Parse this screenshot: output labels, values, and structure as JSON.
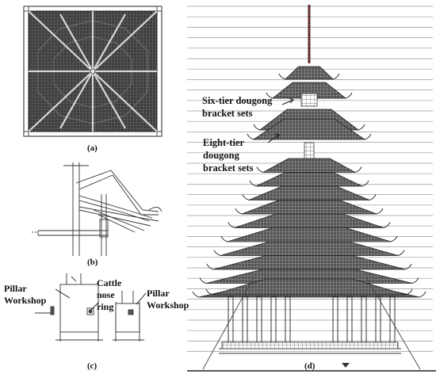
{
  "panels": {
    "a": {
      "caption": "(a)"
    },
    "b": {
      "caption": "(b)"
    },
    "c": {
      "caption": "(c)",
      "labels": {
        "pillar_workshop_left": [
          "Pillar",
          "Workshop"
        ],
        "cattle_nose_ring": [
          "Cattle",
          "nose",
          "ring"
        ],
        "pillar_workshop_right": [
          "Pillar",
          "Workshop"
        ]
      }
    },
    "d": {
      "caption": "(d)",
      "labels": {
        "six_tier": [
          "Six-tier dougong",
          "bracket sets"
        ],
        "eight_tier": [
          "Eight-tier",
          "dougong",
          "bracket sets"
        ]
      }
    }
  },
  "colors": {
    "ink": "#222222",
    "roof_fill": "#4a4a4a",
    "spire_red": "#b02020",
    "hline": "#9a9a9a"
  }
}
